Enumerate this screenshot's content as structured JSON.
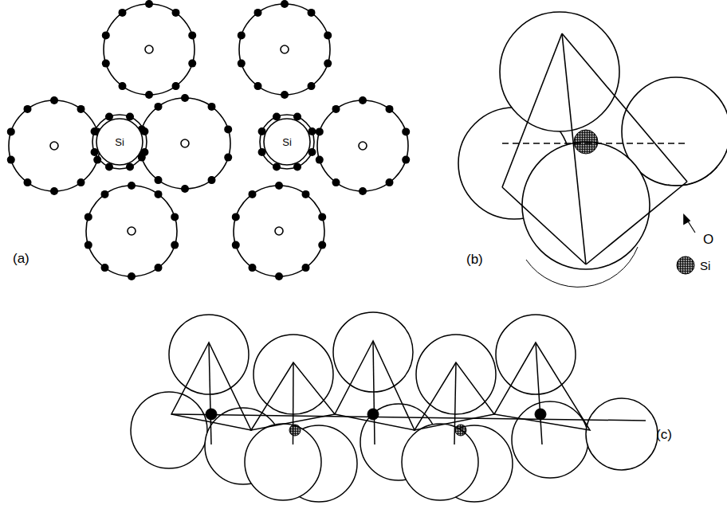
{
  "diagram": {
    "nodes": [
      {
        "text": [
          "Si"
        ]
      },
      {
        "text": [
          "Si"
        ]
      }
    ],
    "labels": [
      "(a)",
      "(b)",
      "O",
      "(c)"
    ],
    "legend": [
      {
        "text": "Si"
      }
    ]
  }
}
